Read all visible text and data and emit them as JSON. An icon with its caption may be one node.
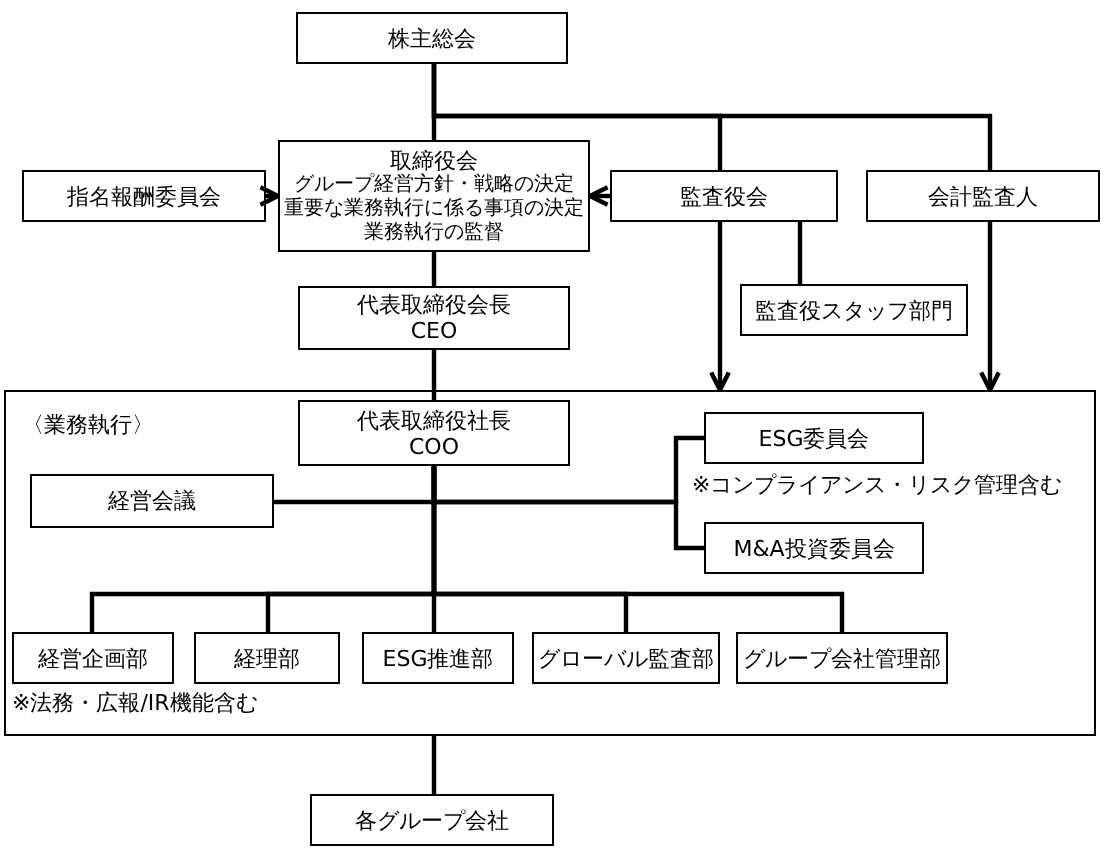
{
  "diagram": {
    "nodes": [
      {
        "text": [
          "株主総会"
        ]
      },
      {
        "text": [
          "取締役会",
          "グループ経営方針・戦略の決定",
          "重要な業務執行に係る事項の決定",
          "業務執行の監督"
        ]
      },
      {
        "text": [
          "指名報酬委員会"
        ]
      },
      {
        "text": [
          "監査役会"
        ]
      },
      {
        "text": [
          "会計監査人"
        ]
      },
      {
        "text": [
          "代表取締役会長",
          "CEO"
        ]
      },
      {
        "text": [
          "監査役スタッフ部門"
        ]
      },
      {
        "text": [
          "〈業務執行〉"
        ]
      },
      {
        "text": [
          "代表取締役社長",
          "COO"
        ],
        "in": 7
      },
      {
        "text": [
          "経営会議"
        ],
        "in": 7
      },
      {
        "text": [
          "ESG委員会"
        ],
        "in": 7,
        "beside": [
          "※コンプライアンス・リスク管理含む"
        ]
      },
      {
        "text": [
          "M&A投資委員会"
        ],
        "in": 7
      },
      {
        "text": [
          "経営企画部"
        ],
        "in": 7,
        "beside": [
          "※法務・広報/IR機能含む"
        ]
      },
      {
        "text": [
          "経理部"
        ],
        "in": 7
      },
      {
        "text": [
          "ESG推進部"
        ],
        "in": 7
      },
      {
        "text": [
          "グローバル監査部"
        ],
        "in": 7
      },
      {
        "text": [
          "グループ会社管理部"
        ],
        "in": 7
      },
      {
        "text": [
          "各グループ会社"
        ]
      }
    ],
    "edges": [
      {
        "from": 0,
        "to": 1,
        "arrow": "none"
      },
      {
        "from": 0,
        "to": 3,
        "arrow": "none"
      },
      {
        "from": 0,
        "to": 4,
        "arrow": "none"
      },
      {
        "from": 2,
        "to": 1,
        "arrow": "to"
      },
      {
        "from": 3,
        "to": 1,
        "arrow": "to"
      },
      {
        "from": 1,
        "to": 5,
        "arrow": "none"
      },
      {
        "from": 3,
        "to": 6,
        "arrow": "none"
      },
      {
        "from": 3,
        "to": 7,
        "arrow": "to"
      },
      {
        "from": 4,
        "to": 7,
        "arrow": "to"
      },
      {
        "from": 5,
        "to": 8,
        "arrow": "none"
      },
      {
        "from": 8,
        "to": 9,
        "arrow": "none"
      },
      {
        "from": 8,
        "to": 10,
        "arrow": "none"
      },
      {
        "from": 8,
        "to": 11,
        "arrow": "none"
      },
      {
        "from": 8,
        "to": 12,
        "arrow": "none"
      },
      {
        "from": 8,
        "to": 13,
        "arrow": "none"
      },
      {
        "from": 8,
        "to": 14,
        "arrow": "none"
      },
      {
        "from": 8,
        "to": 15,
        "arrow": "none"
      },
      {
        "from": 8,
        "to": 16,
        "arrow": "none"
      },
      {
        "from": 7,
        "to": 17,
        "arrow": "none"
      }
    ]
  }
}
